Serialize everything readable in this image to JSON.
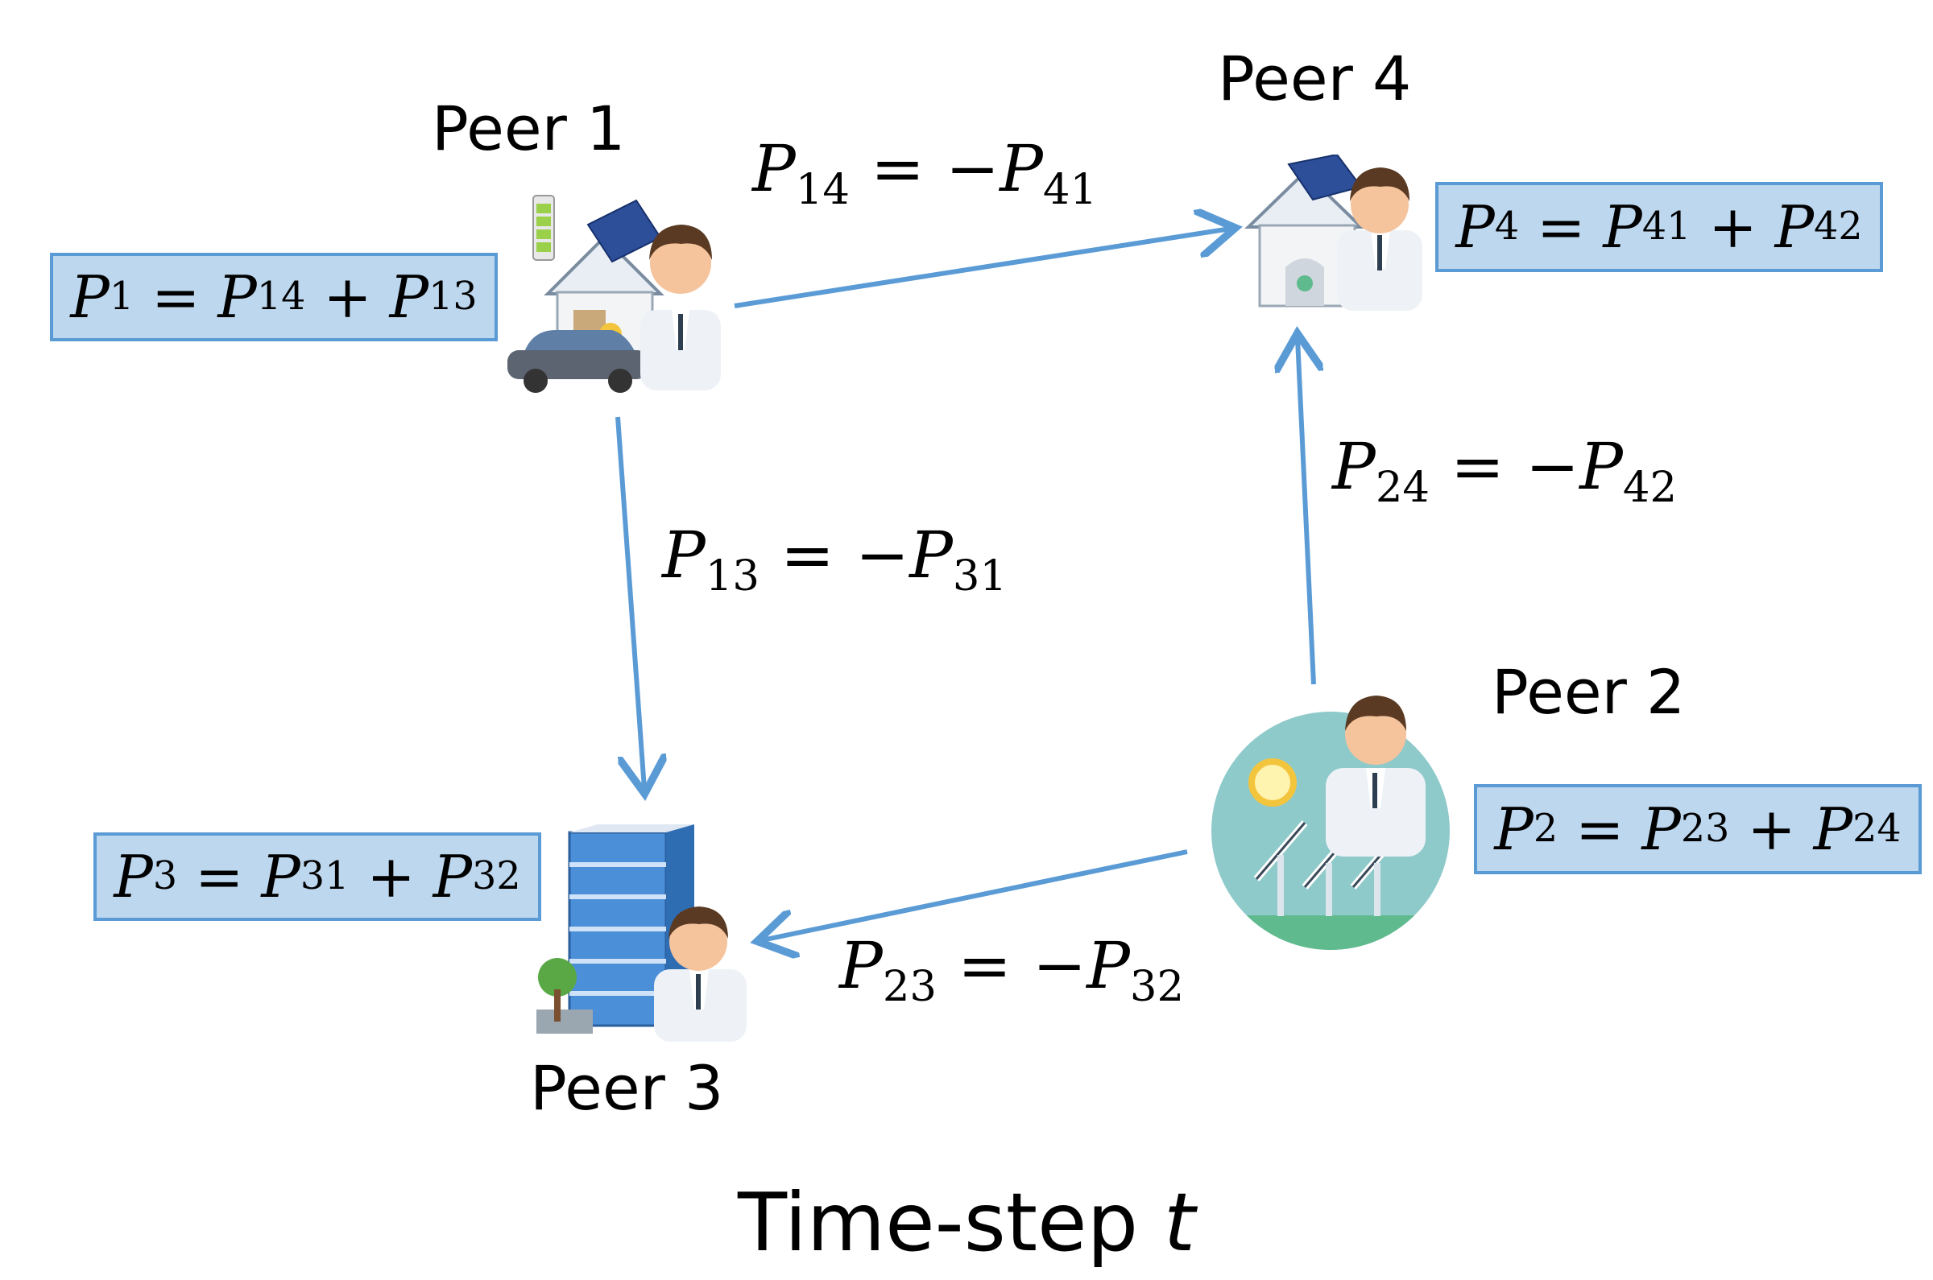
{
  "peers": {
    "p1": {
      "label": "Peer 1",
      "balance": {
        "lhs": "P",
        "lhs_sub": "1",
        "t1": "P",
        "t1_sub": "14",
        "t2": "P",
        "t2_sub": "13"
      }
    },
    "p2": {
      "label": "Peer 2",
      "balance": {
        "lhs": "P",
        "lhs_sub": "2",
        "t1": "P",
        "t1_sub": "23",
        "t2": "P",
        "t2_sub": "24"
      }
    },
    "p3": {
      "label": "Peer 3",
      "balance": {
        "lhs": "P",
        "lhs_sub": "3",
        "t1": "P",
        "t1_sub": "31",
        "t2": "P",
        "t2_sub": "32"
      }
    },
    "p4": {
      "label": "Peer 4",
      "balance": {
        "lhs": "P",
        "lhs_sub": "4",
        "t1": "P",
        "t1_sub": "41",
        "t2": "P",
        "t2_sub": "42"
      }
    }
  },
  "flows": {
    "f14": {
      "a": "P",
      "a_sub": "14",
      "b": "P",
      "b_sub": "41"
    },
    "f13": {
      "a": "P",
      "a_sub": "13",
      "b": "P",
      "b_sub": "31"
    },
    "f24": {
      "a": "P",
      "a_sub": "24",
      "b": "P",
      "b_sub": "42"
    },
    "f23": {
      "a": "P",
      "a_sub": "23",
      "b": "P",
      "b_sub": "32"
    }
  },
  "symbols": {
    "eq": "=",
    "plus": "+",
    "neg": "−"
  },
  "caption": {
    "text": "Time-step ",
    "var": "t"
  },
  "colors": {
    "arrow": "#5b9bd5",
    "box_fill": "#bdd7ee",
    "box_border": "#5b9bd5",
    "teal": "#8fcacb",
    "green": "#5fba8d"
  },
  "icons": {
    "p1": "house-with-solar-battery-ev-person-icon",
    "p2": "solar-farm-person-icon",
    "p3": "office-building-person-icon",
    "p4": "house-with-solar-person-icon"
  }
}
